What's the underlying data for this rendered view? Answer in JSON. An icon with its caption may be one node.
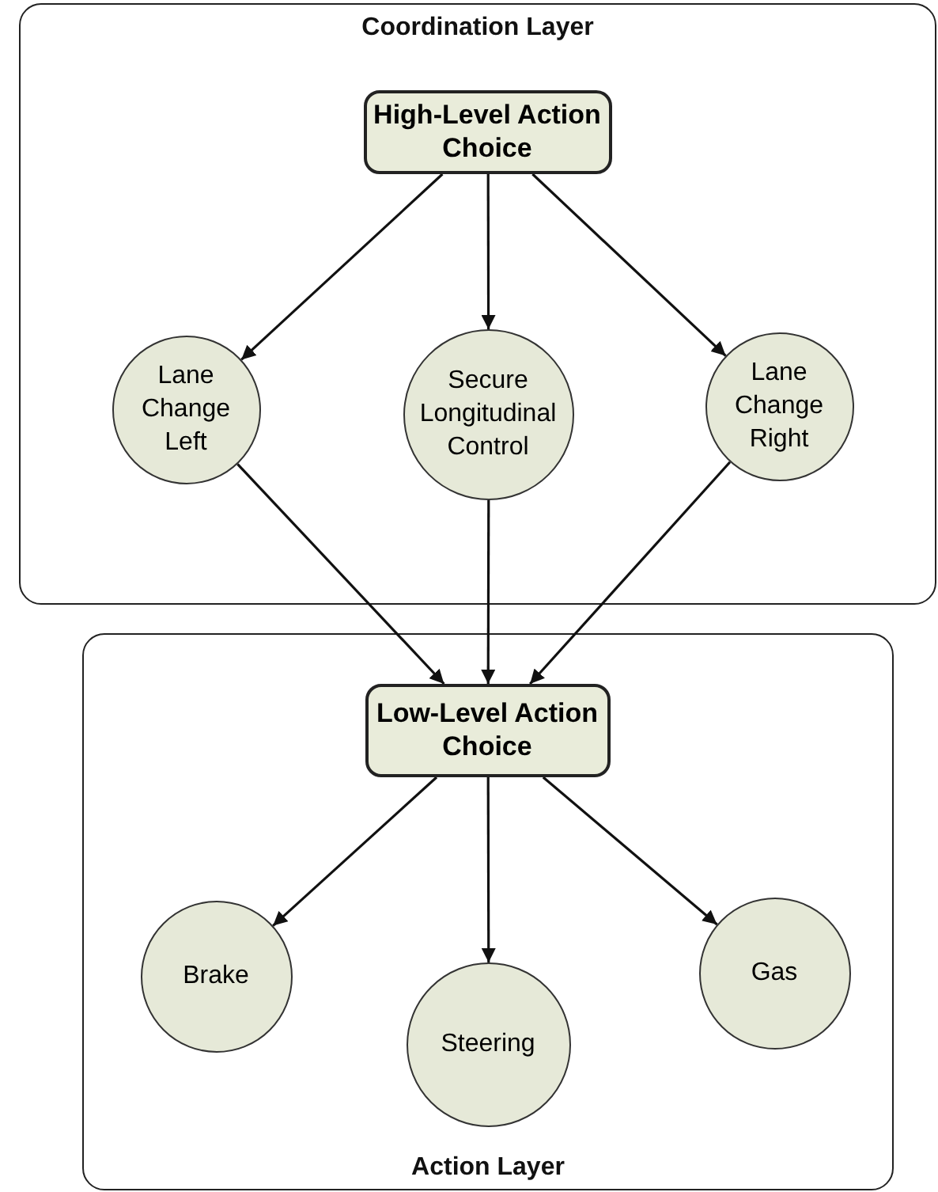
{
  "diagram": {
    "nodes": [
      {
        "text": [
          "Coordination Layer"
        ]
      },
      {
        "text": [
          "High-Level Action Choice"
        ],
        "in": 0
      },
      {
        "text": [
          "Lane Change Left"
        ],
        "in": 0
      },
      {
        "text": [
          "Secure Longitudinal Control"
        ],
        "in": 0
      },
      {
        "text": [
          "Lane Change Right"
        ],
        "in": 0
      },
      {
        "text": [
          "Action Layer"
        ]
      },
      {
        "text": [
          "Low-Level Action Choice"
        ],
        "in": 5
      },
      {
        "text": [
          "Brake"
        ],
        "in": 5
      },
      {
        "text": [
          "Steering"
        ],
        "in": 5
      },
      {
        "text": [
          "Gas"
        ],
        "in": 5
      }
    ],
    "edges": [
      {
        "from": 1,
        "to": 2,
        "arrow": "to"
      },
      {
        "from": 1,
        "to": 3,
        "arrow": "to"
      },
      {
        "from": 1,
        "to": 4,
        "arrow": "to"
      },
      {
        "from": 2,
        "to": 6,
        "arrow": "to"
      },
      {
        "from": 3,
        "to": 6,
        "arrow": "to"
      },
      {
        "from": 4,
        "to": 6,
        "arrow": "to"
      },
      {
        "from": 6,
        "to": 7,
        "arrow": "to"
      },
      {
        "from": 6,
        "to": 8,
        "arrow": "to"
      },
      {
        "from": 6,
        "to": 9,
        "arrow": "to"
      }
    ]
  }
}
